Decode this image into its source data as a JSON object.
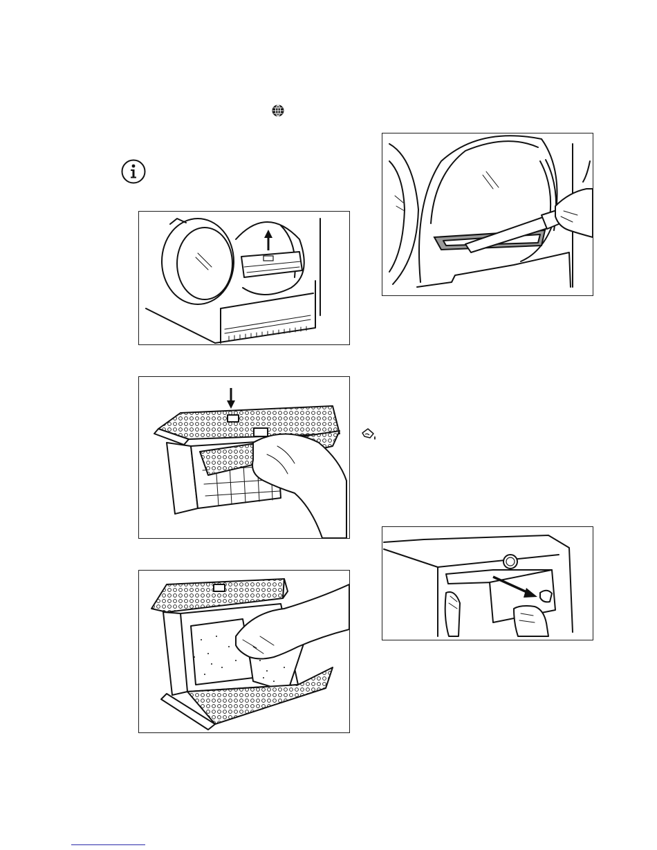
{
  "page": {
    "icons": {
      "globe": "globe-icon",
      "info": "info-icon",
      "water_bottle": "water-pour-icon"
    },
    "figures": [
      {
        "id": "fig-1",
        "depicts": "lift-filter-out-of-dryer"
      },
      {
        "id": "fig-2",
        "depicts": "open-filter-press-down"
      },
      {
        "id": "fig-3",
        "depicts": "clean-filter-by-hand"
      },
      {
        "id": "fig-4",
        "depicts": "vacuum-filter-slot"
      },
      {
        "id": "fig-5",
        "depicts": "pull-out-water-container"
      }
    ],
    "colors": {
      "ink": "#111111",
      "footer_rule": "#2a2aa8",
      "seal_grey": "#9a9a9a"
    }
  }
}
